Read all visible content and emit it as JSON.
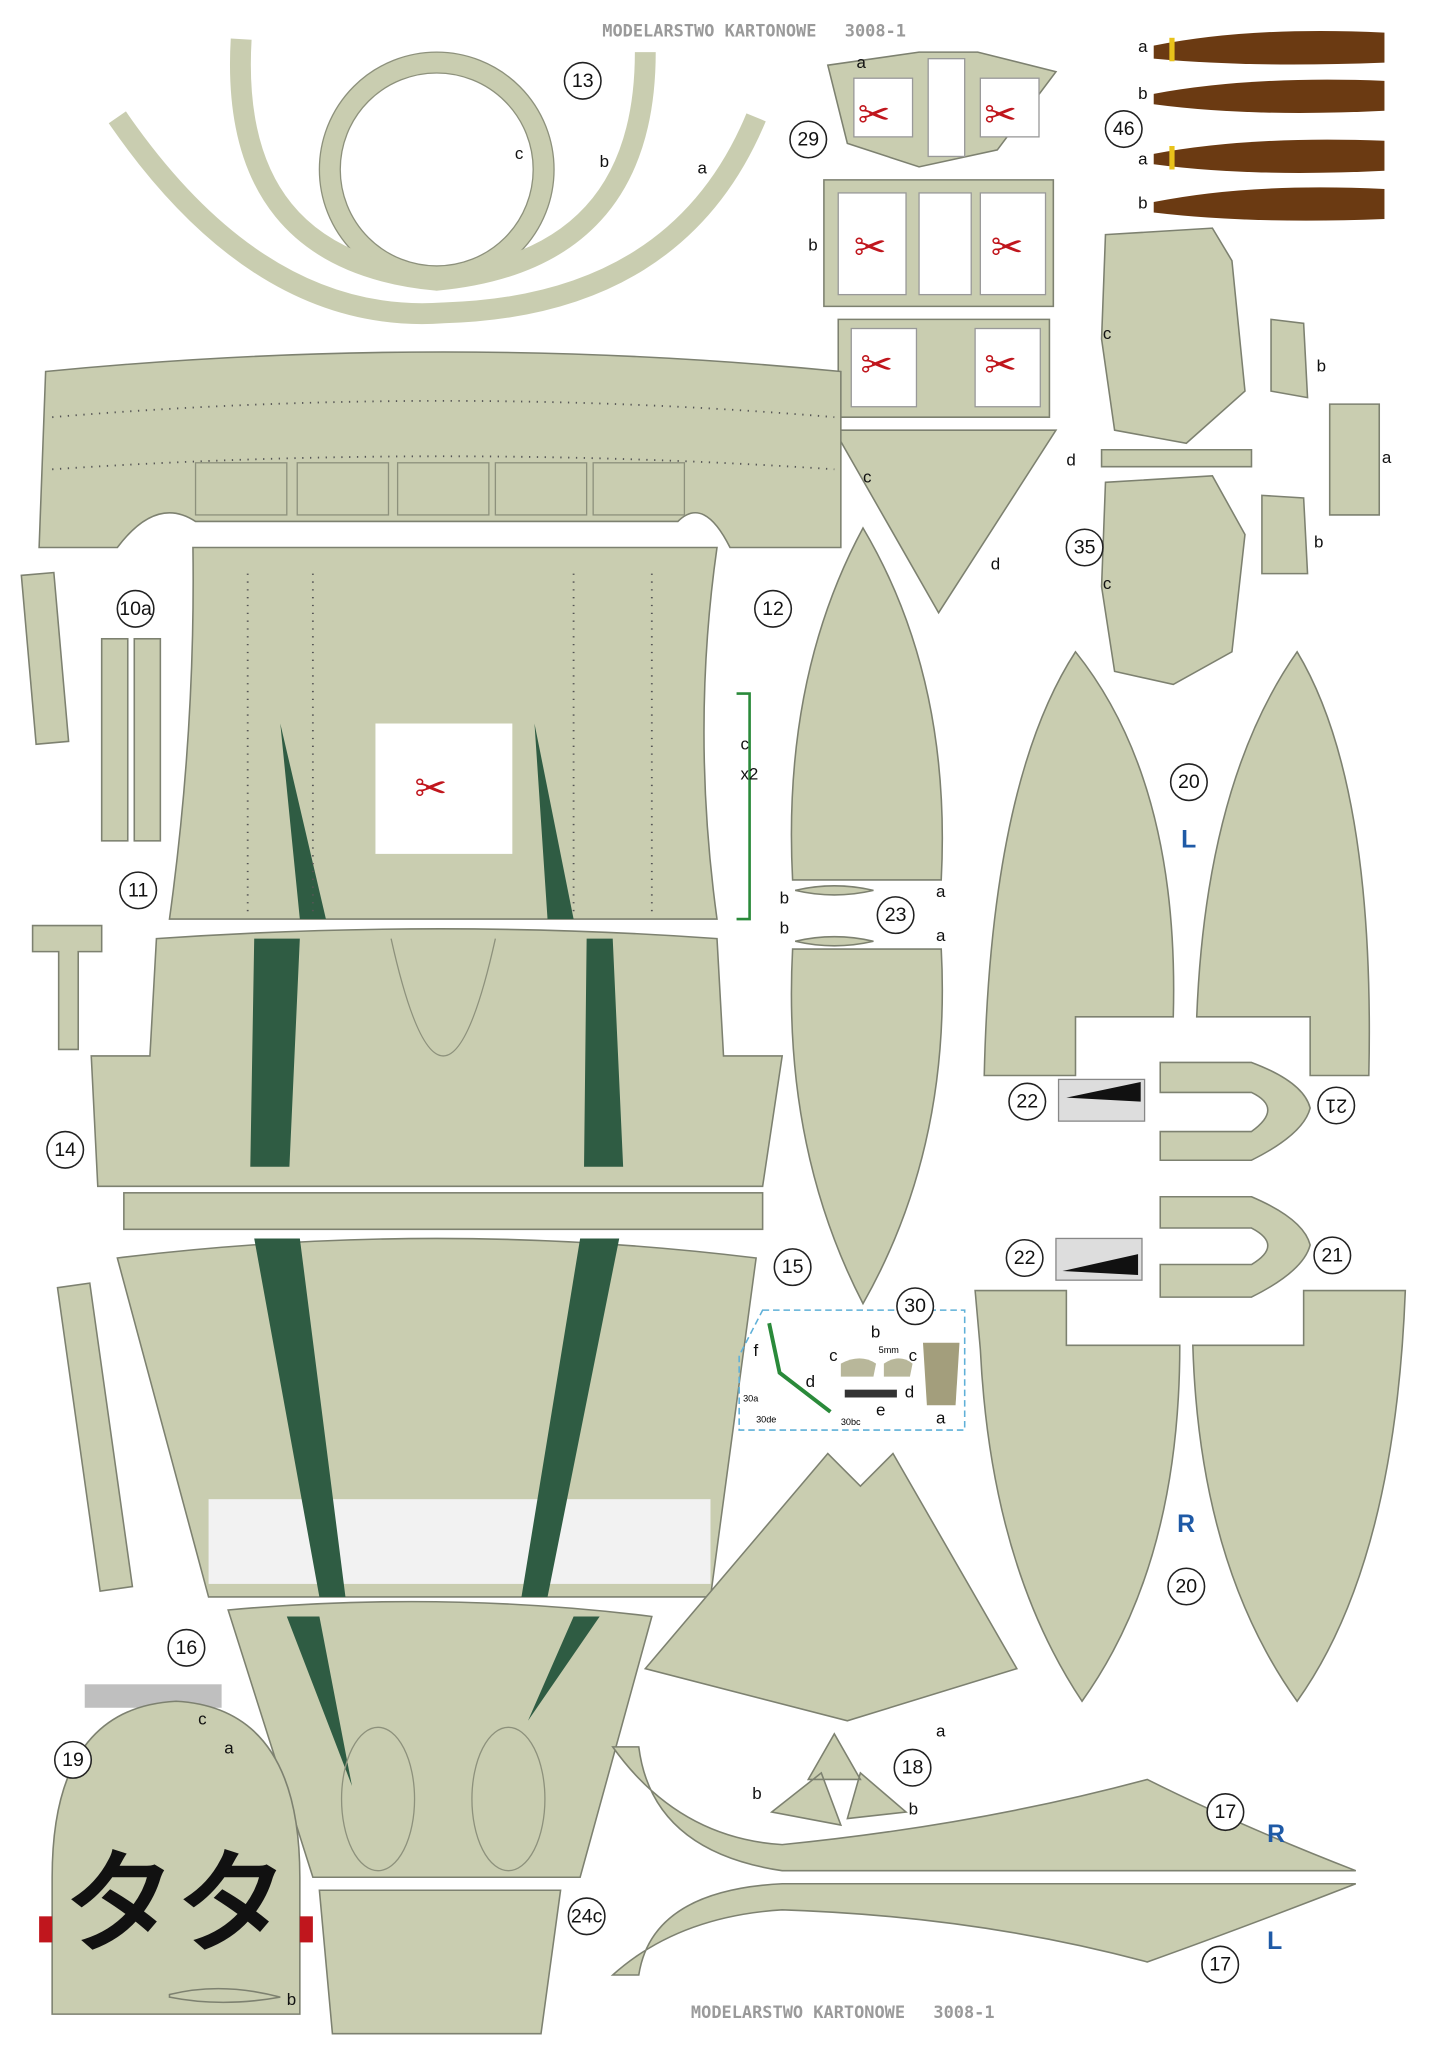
{
  "header": {
    "brand": "MODELARSTWO KARTONOWE",
    "code": "3008-1"
  },
  "footer": {
    "brand": "MODELARSTWO KARTONOWE",
    "code": "3008-1"
  },
  "part_numbers": [
    "13",
    "29",
    "46",
    "12",
    "10a",
    "35",
    "11",
    "23",
    "20",
    "22",
    "21",
    "14",
    "15",
    "30",
    "16",
    "19",
    "18",
    "17",
    "24c"
  ],
  "letters": {
    "a": "a",
    "b": "b",
    "c": "c",
    "d": "d",
    "e": "e",
    "f": "f",
    "L": "L",
    "R": "R",
    "x2": "x2",
    "mm": "5mm"
  },
  "callouts_30": [
    "30a",
    "30de",
    "30bc"
  ],
  "tail_markings": "タタ",
  "colors": {
    "paper": "#c9cdb0",
    "camo_green": "#2f5c43",
    "propeller": "#6b3a12",
    "accent_blue": "#1f5aa6",
    "scissors_red": "#c0161d"
  }
}
